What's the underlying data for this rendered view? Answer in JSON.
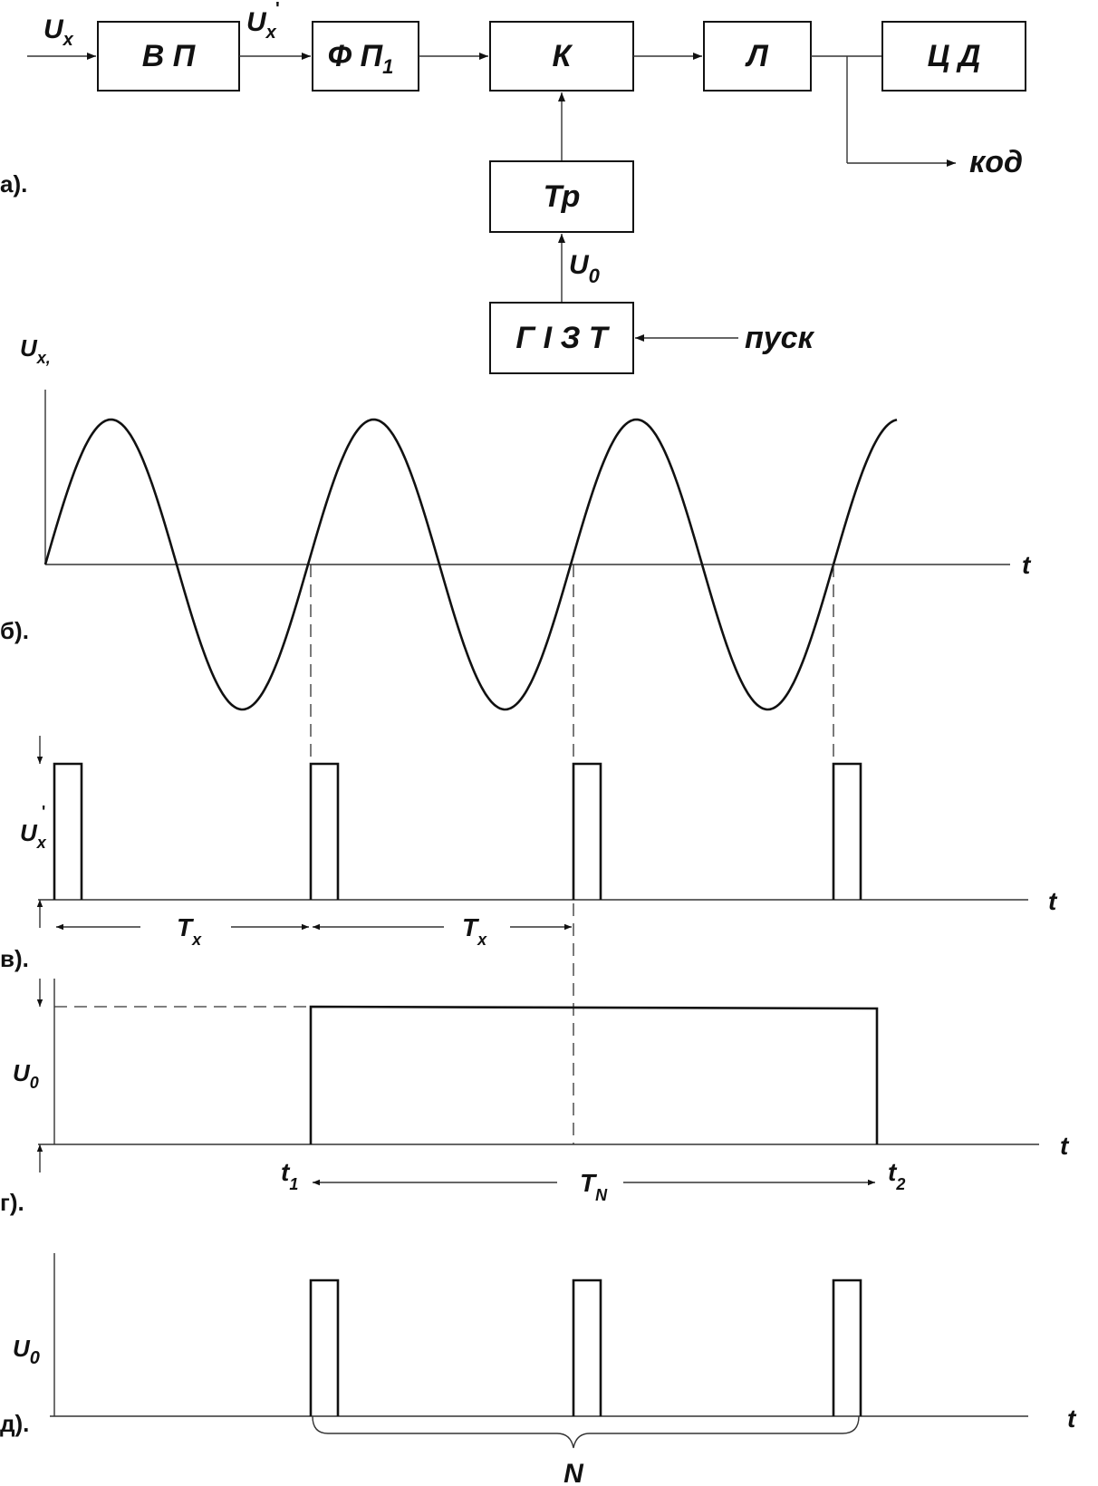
{
  "labels": {
    "panel_a": "а).",
    "panel_b": "б).",
    "panel_v": "в).",
    "panel_g": "г).",
    "panel_d": "д).",
    "input_U": "U",
    "input_sub": "x",
    "ux_prime_U": "U",
    "ux_prime_sub": "x",
    "prime_mark": "'",
    "code_output": "код",
    "start_input": "пуск",
    "u0_block_U": "U",
    "u0_block_sub": "0"
  },
  "blocks": {
    "vp": "В П",
    "fp_main": "Ф П",
    "fp_sub": "1",
    "k": "К",
    "l": "Л",
    "cd": "Ц Д",
    "tr": "Тр",
    "gizt": "Г І З Т"
  },
  "axes": {
    "t": "t",
    "b_ylabel_U": "U",
    "b_ylabel_sub": "x,",
    "v_ylabel_U": "U",
    "v_ylabel_sub": "x",
    "g_ylabel_U": "U",
    "g_ylabel_sub": "0",
    "d_ylabel_U": "U",
    "d_ylabel_sub": "0"
  },
  "intervals": {
    "tx_main": "T",
    "tx_sub": "x",
    "t1_main": "t",
    "t1_sub": "1",
    "t2_main": "t",
    "t2_sub": "2",
    "tn_main": "T",
    "tn_sub": "N",
    "n": "N"
  },
  "signals": {
    "sine_periods_shown": 3.3,
    "pulse_count_v": 4,
    "pulse_count_d": 3
  }
}
